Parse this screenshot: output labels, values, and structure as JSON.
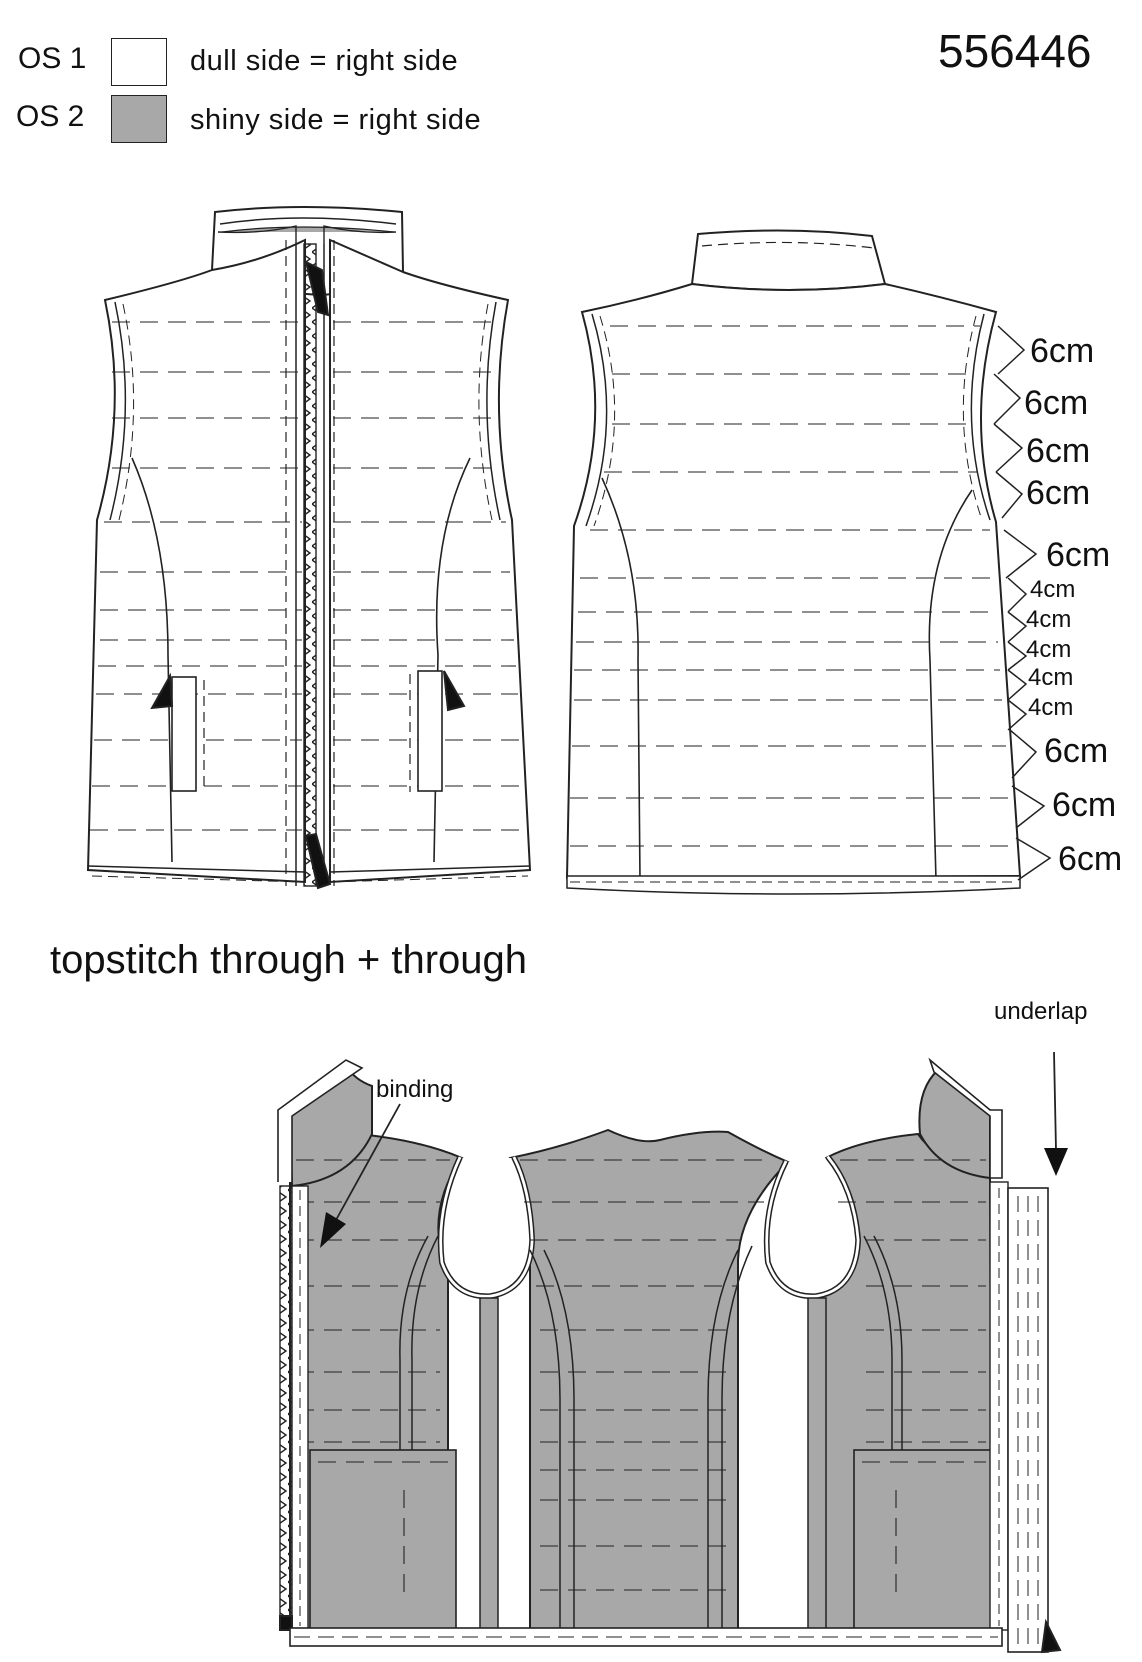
{
  "pattern_number": "556446",
  "legend": [
    {
      "label": "OS 1",
      "description": "dull side = right side",
      "color": "#ffffff"
    },
    {
      "label": "OS 2",
      "description": "shiny side = right side",
      "color": "#a8a8a8"
    }
  ],
  "caption": "topstitch through + through",
  "labels": {
    "binding": "binding",
    "underlap": "underlap"
  },
  "measurements": [
    "6cm",
    "6cm",
    "6cm",
    "6cm",
    "6cm",
    "4cm",
    "4cm",
    "4cm",
    "4cm",
    "4cm",
    "6cm",
    "6cm",
    "6cm"
  ],
  "colors": {
    "lining": "#a8a8a8",
    "outline": "#222222"
  }
}
